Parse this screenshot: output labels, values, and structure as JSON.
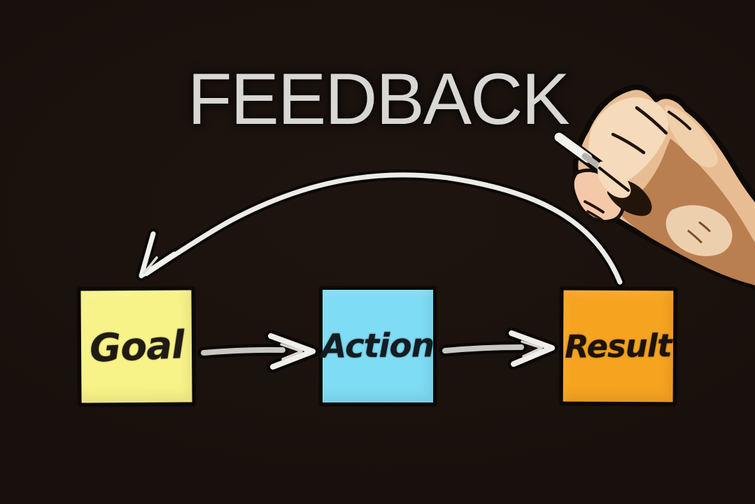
{
  "title": {
    "text": "FEEDBACK",
    "color": "#d8d7d4"
  },
  "diagram": {
    "background_color": "#18100c",
    "nodes": [
      {
        "id": "goal",
        "label": "Goal",
        "color": "#f8f388",
        "text_color": "#201b12",
        "shape": "sticky-note"
      },
      {
        "id": "action",
        "label": "Action",
        "color": "#7edcf4",
        "text_color": "#131c21",
        "shape": "sticky-note"
      },
      {
        "id": "result",
        "label": "Result",
        "color": "#f6a320",
        "text_color": "#1c1208",
        "shape": "sticky-note"
      }
    ],
    "edges": [
      {
        "from": "goal",
        "to": "action",
        "style": "straight-arrow",
        "color": "#ecebe7"
      },
      {
        "from": "action",
        "to": "result",
        "style": "straight-arrow",
        "color": "#ecebe7"
      },
      {
        "from": "result",
        "to": "goal",
        "style": "curved-arrow",
        "color": "#ecebe7"
      }
    ]
  },
  "illustration": {
    "name": "hand-holding-chalk",
    "skin_color": "#e9bd93",
    "chalk_color": "#f2f1eb"
  }
}
